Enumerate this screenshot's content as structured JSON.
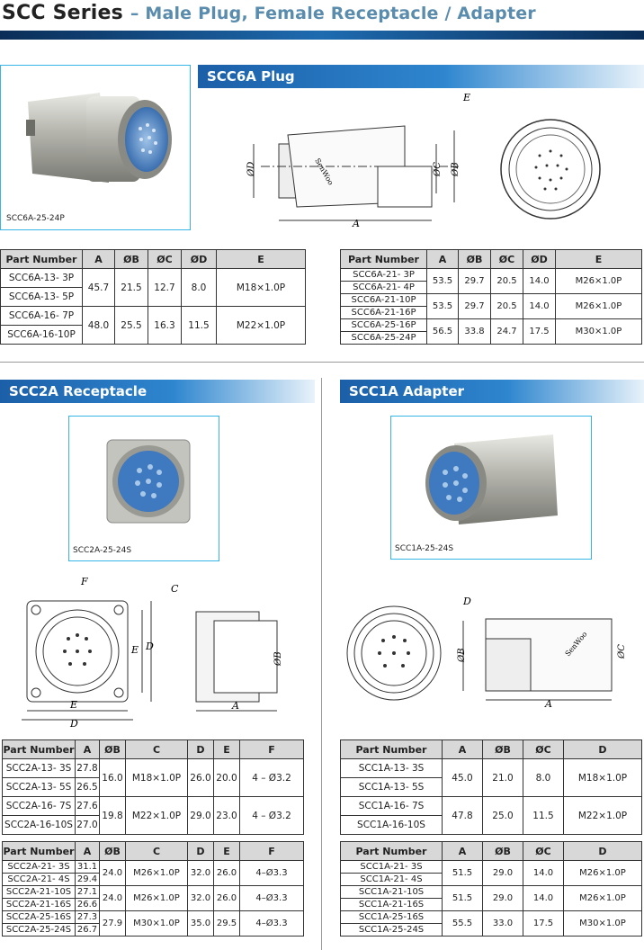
{
  "header": {
    "title": "SCC Series",
    "subtitle": "– Male Plug, Female Receptacle / Adapter"
  },
  "sections": {
    "scc6a": {
      "title": "SCC6A Plug",
      "photo_caption": "SCC6A-25-24P"
    },
    "scc2a": {
      "title": "SCC2A Receptacle",
      "photo_caption": "SCC2A-25-24S"
    },
    "scc1a": {
      "title": "SCC1A Adapter",
      "photo_caption": "SCC1A-25-24S"
    }
  },
  "drawing_labels": {
    "E": "E",
    "A": "A",
    "D": "ØD",
    "C": "ØC",
    "B": "ØB",
    "F": "F",
    "C2": "C",
    "D2": "D",
    "E2": "E",
    "brand": "SenWoo"
  },
  "tables": {
    "t1": {
      "headers": [
        "Part Number",
        "A",
        "ØB",
        "ØC",
        "ØD",
        "E"
      ],
      "rows": [
        {
          "parts": [
            "SCC6A-13- 3P",
            "SCC6A-13- 5P"
          ],
          "vals": [
            "45.7",
            "21.5",
            "12.7",
            "8.0",
            "M18×1.0P"
          ]
        },
        {
          "parts": [
            "SCC6A-16- 7P",
            "SCC6A-16-10P"
          ],
          "vals": [
            "48.0",
            "25.5",
            "16.3",
            "11.5",
            "M22×1.0P"
          ]
        }
      ]
    },
    "t2": {
      "headers": [
        "Part Number",
        "A",
        "ØB",
        "ØC",
        "ØD",
        "E"
      ],
      "rows": [
        {
          "parts": [
            "SCC6A-21- 3P",
            "SCC6A-21- 4P"
          ],
          "vals": [
            "53.5",
            "29.7",
            "20.5",
            "14.0",
            "M26×1.0P"
          ]
        },
        {
          "parts": [
            "SCC6A-21-10P",
            "SCC6A-21-16P"
          ],
          "vals": [
            "53.5",
            "29.7",
            "20.5",
            "14.0",
            "M26×1.0P"
          ]
        },
        {
          "parts": [
            "SCC6A-25-16P",
            "SCC6A-25-24P"
          ],
          "vals": [
            "56.5",
            "33.8",
            "24.7",
            "17.5",
            "M30×1.0P"
          ]
        }
      ]
    },
    "t3": {
      "headers": [
        "Part Number",
        "A",
        "ØB",
        "C",
        "D",
        "E",
        "F"
      ],
      "rows": [
        {
          "parts": [
            "SCC2A-13- 3S",
            "SCC2A-13- 5S"
          ],
          "a": [
            "27.8",
            "26.5"
          ],
          "vals": [
            "16.0",
            "M18×1.0P",
            "26.0",
            "20.0",
            "4 – Ø3.2"
          ]
        },
        {
          "parts": [
            "SCC2A-16- 7S",
            "SCC2A-16-10S"
          ],
          "a": [
            "27.6",
            "27.0"
          ],
          "vals": [
            "19.8",
            "M22×1.0P",
            "29.0",
            "23.0",
            "4 – Ø3.2"
          ]
        }
      ]
    },
    "t4": {
      "headers": [
        "Part Number",
        "A",
        "ØB",
        "C",
        "D",
        "E",
        "F"
      ],
      "rows": [
        {
          "parts": [
            "SCC2A-21- 3S",
            "SCC2A-21- 4S"
          ],
          "a": [
            "31.1",
            "29.4"
          ],
          "vals": [
            "24.0",
            "M26×1.0P",
            "32.0",
            "26.0",
            "4–Ø3.3"
          ]
        },
        {
          "parts": [
            "SCC2A-21-10S",
            "SCC2A-21-16S"
          ],
          "a": [
            "27.1",
            "26.6"
          ],
          "vals": [
            "24.0",
            "M26×1.0P",
            "32.0",
            "26.0",
            "4–Ø3.3"
          ]
        },
        {
          "parts": [
            "SCC2A-25-16S",
            "SCC2A-25-24S"
          ],
          "a": [
            "27.3",
            "26.7"
          ],
          "vals": [
            "27.9",
            "M30×1.0P",
            "35.0",
            "29.5",
            "4–Ø3.3"
          ]
        }
      ]
    },
    "t5": {
      "headers": [
        "Part Number",
        "A",
        "ØB",
        "ØC",
        "D"
      ],
      "rows": [
        {
          "parts": [
            "SCC1A-13- 3S",
            "SCC1A-13- 5S"
          ],
          "vals": [
            "45.0",
            "21.0",
            "8.0",
            "M18×1.0P"
          ]
        },
        {
          "parts": [
            "SCC1A-16- 7S",
            "SCC1A-16-10S"
          ],
          "vals": [
            "47.8",
            "25.0",
            "11.5",
            "M22×1.0P"
          ]
        }
      ]
    },
    "t6": {
      "headers": [
        "Part Number",
        "A",
        "ØB",
        "ØC",
        "D"
      ],
      "rows": [
        {
          "parts": [
            "SCC1A-21- 3S",
            "SCC1A-21- 4S"
          ],
          "vals": [
            "51.5",
            "29.0",
            "14.0",
            "M26×1.0P"
          ]
        },
        {
          "parts": [
            "SCC1A-21-10S",
            "SCC1A-21-16S"
          ],
          "vals": [
            "51.5",
            "29.0",
            "14.0",
            "M26×1.0P"
          ]
        },
        {
          "parts": [
            "SCC1A-25-16S",
            "SCC1A-25-24S"
          ],
          "vals": [
            "55.5",
            "33.0",
            "17.5",
            "M30×1.0P"
          ]
        }
      ]
    }
  }
}
